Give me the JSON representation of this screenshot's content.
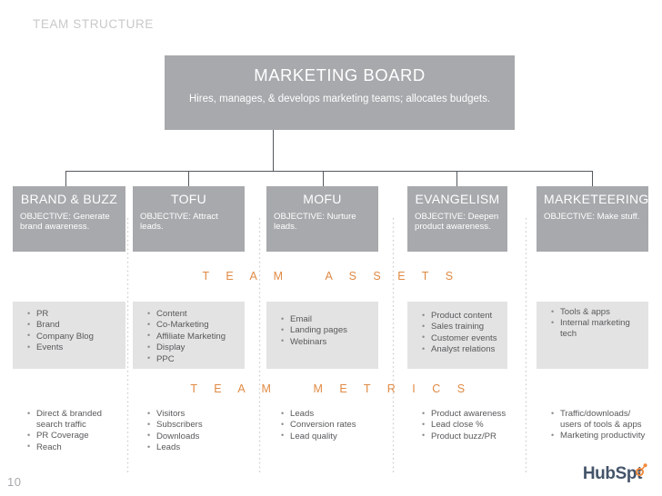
{
  "slide": {
    "title": "TEAM STRUCTURE",
    "page_number": "10",
    "accent_color": "#e08a44",
    "box_color": "#a7a9ac",
    "asset_box_color": "#e3e3e3",
    "text_color": "#58595b"
  },
  "board": {
    "title": "MARKETING BOARD",
    "subtitle": "Hires, manages, & develops marketing teams; allocates budgets."
  },
  "bands": {
    "assets_word1": "T E A M",
    "assets_word2": "A S S E T S",
    "metrics_word1": "T E A M",
    "metrics_word2": "M E T R I C S"
  },
  "columns": [
    {
      "name": "BRAND & BUZZ",
      "objective": "OBJECTIVE: Generate brand awareness.",
      "assets": [
        "PR",
        "Brand",
        "Company Blog",
        "Events"
      ],
      "metrics": [
        "Direct & branded search traffic",
        "PR Coverage",
        "Reach"
      ]
    },
    {
      "name": "TOFU",
      "objective": "OBJECTIVE:\nAttract leads.",
      "assets": [
        "Content",
        "Co-Marketing",
        "Affiliate Marketing",
        "Display",
        "PPC"
      ],
      "metrics": [
        "Visitors",
        "Subscribers",
        "Downloads",
        "Leads"
      ]
    },
    {
      "name": "MOFU",
      "objective": "OBJECTIVE:\nNurture leads.",
      "assets": [
        "Email",
        "Landing pages",
        "Webinars"
      ],
      "metrics": [
        "Leads",
        "Conversion rates",
        "Lead quality"
      ]
    },
    {
      "name": "EVANGELISM",
      "objective": "OBJECTIVE:\nDeepen product awareness.",
      "assets": [
        "Product content",
        "Sales training",
        "Customer events",
        "Analyst relations"
      ],
      "metrics": [
        "Product awareness",
        "Lead close %",
        "Product buzz/PR"
      ]
    },
    {
      "name": "MARKETEERING",
      "objective": "OBJECTIVE:\nMake stuff.",
      "assets": [
        "Tools & apps",
        "Internal marketing tech"
      ],
      "metrics": [
        "Traffic/downloads/ users of tools & apps",
        "Marketing productivity"
      ]
    }
  ],
  "footer": {
    "logo_text_a": "HubSp",
    "logo_text_b": "t",
    "logo_color": "#44546a",
    "logo_accent": "#f2893b"
  }
}
